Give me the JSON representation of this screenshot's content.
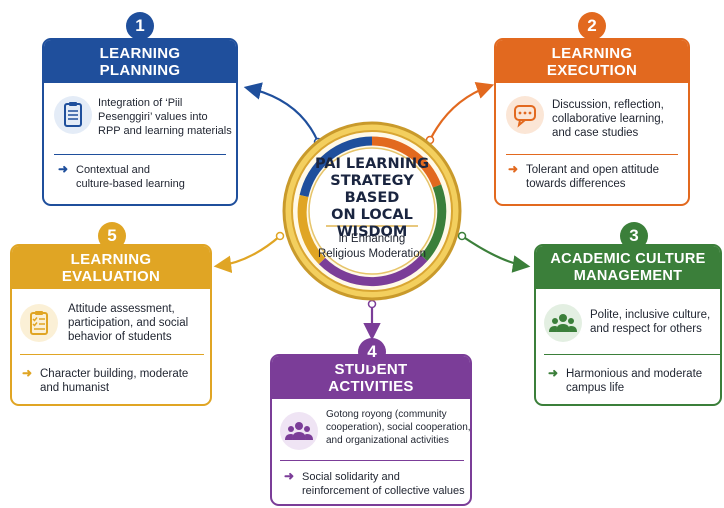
{
  "center": {
    "title_lines": [
      "PAI LEARNING",
      "STRATEGY BASED",
      "ON LOCAL WISDOM"
    ],
    "subtitle_lines": [
      "in Enhancing",
      "Religious Moderation"
    ]
  },
  "cards": [
    {
      "number": "1",
      "title_lines": [
        "LEARNING",
        "PLANNING"
      ],
      "icon": "document-list-icon",
      "description_lines": [
        "Integration of ‘Piil",
        "Pesenggiri’ values into",
        "RPP and learning materials"
      ],
      "result_lines": [
        "Contextual and",
        "culture-based learning"
      ],
      "color": "#1f4f9c"
    },
    {
      "number": "2",
      "title_lines": [
        "LEARNING",
        "EXECUTION"
      ],
      "icon": "chat-bubble-icon",
      "description_lines": [
        "Discussion, reflection,",
        "collaborative learning,",
        "and case studies"
      ],
      "result_lines": [
        "Tolerant and open attitude",
        "towards differences"
      ],
      "color": "#e2691f"
    },
    {
      "number": "3",
      "title_lines": [
        "ACADEMIC CULTURE",
        "MANAGEMENT"
      ],
      "icon": "people-group-icon",
      "description_lines": [
        "Polite, inclusive culture,",
        "and respect for others"
      ],
      "result_lines": [
        "Harmonious and moderate",
        "campus life"
      ],
      "color": "#3b7f3a"
    },
    {
      "number": "4",
      "title_lines": [
        "STUDENT",
        "ACTIVITIES"
      ],
      "icon": "people-group-icon",
      "description_lines": [
        "Gotong royong (community",
        "cooperation), social cooperation,",
        "and organizational activities"
      ],
      "result_lines": [
        "Social solidarity and",
        "reinforcement of collective values"
      ],
      "color": "#7b3d98"
    },
    {
      "number": "5",
      "title_lines": [
        "LEARNING",
        "EVALUATION"
      ],
      "icon": "clipboard-checklist-icon",
      "description_lines": [
        "Attitude assessment,",
        "participation, and social",
        "behavior of students"
      ],
      "result_lines": [
        "Character building, moderate",
        "and humanist"
      ],
      "color": "#e0a524"
    }
  ],
  "ring_colors": {
    "gold": "#d9a632",
    "segments": [
      "#1f4f9c",
      "#e2691f",
      "#3b7f3a",
      "#7b3d98",
      "#e0a524"
    ]
  }
}
